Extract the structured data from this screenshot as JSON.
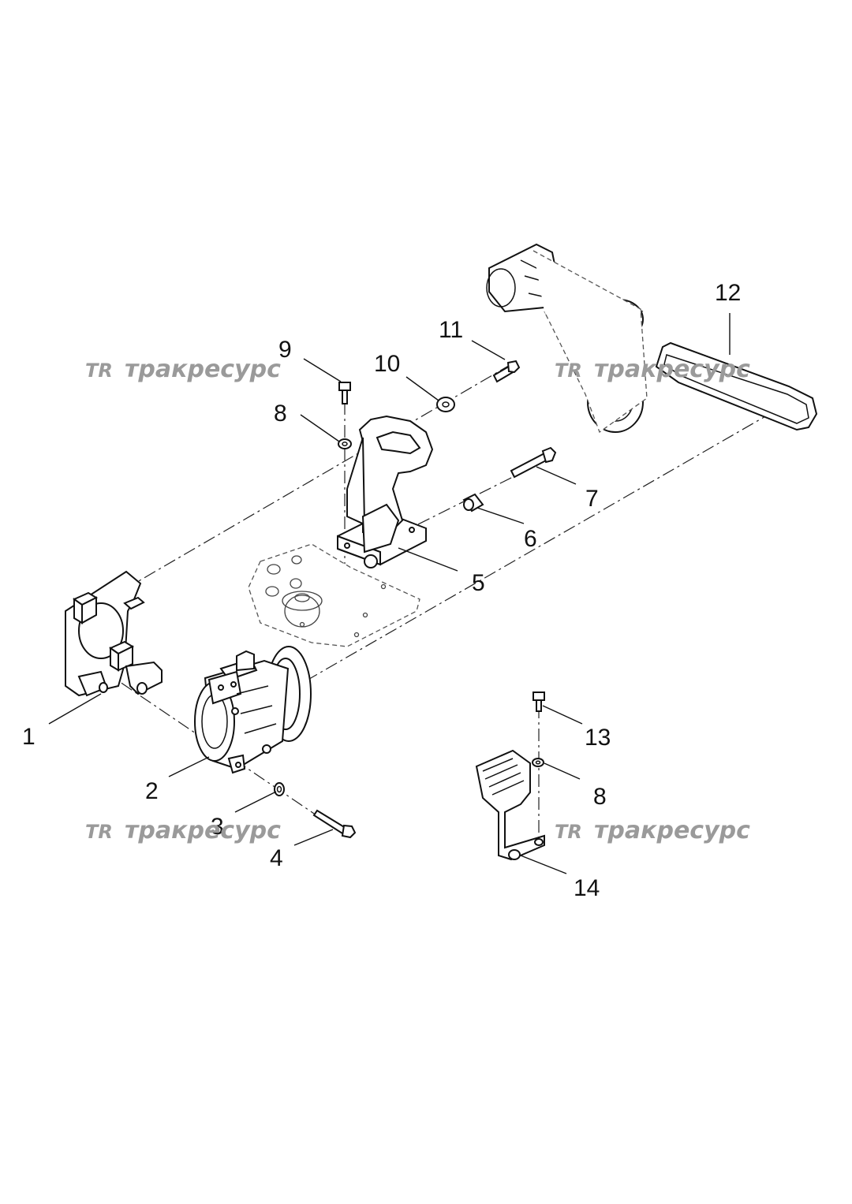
{
  "callouts": [
    {
      "id": "c1",
      "label": "1"
    },
    {
      "id": "c2",
      "label": "2"
    },
    {
      "id": "c3",
      "label": "3"
    },
    {
      "id": "c4",
      "label": "4"
    },
    {
      "id": "c5",
      "label": "5"
    },
    {
      "id": "c6",
      "label": "6"
    },
    {
      "id": "c7",
      "label": "7"
    },
    {
      "id": "c8a",
      "label": "8"
    },
    {
      "id": "c8b",
      "label": "8"
    },
    {
      "id": "c9",
      "label": "9"
    },
    {
      "id": "c10",
      "label": "10"
    },
    {
      "id": "c11",
      "label": "11"
    },
    {
      "id": "c12",
      "label": "12"
    },
    {
      "id": "c13",
      "label": "13"
    },
    {
      "id": "c14",
      "label": "14"
    }
  ],
  "watermark": {
    "logo": "TR",
    "text": "тракресурс",
    "color": "#9a9a9a"
  }
}
